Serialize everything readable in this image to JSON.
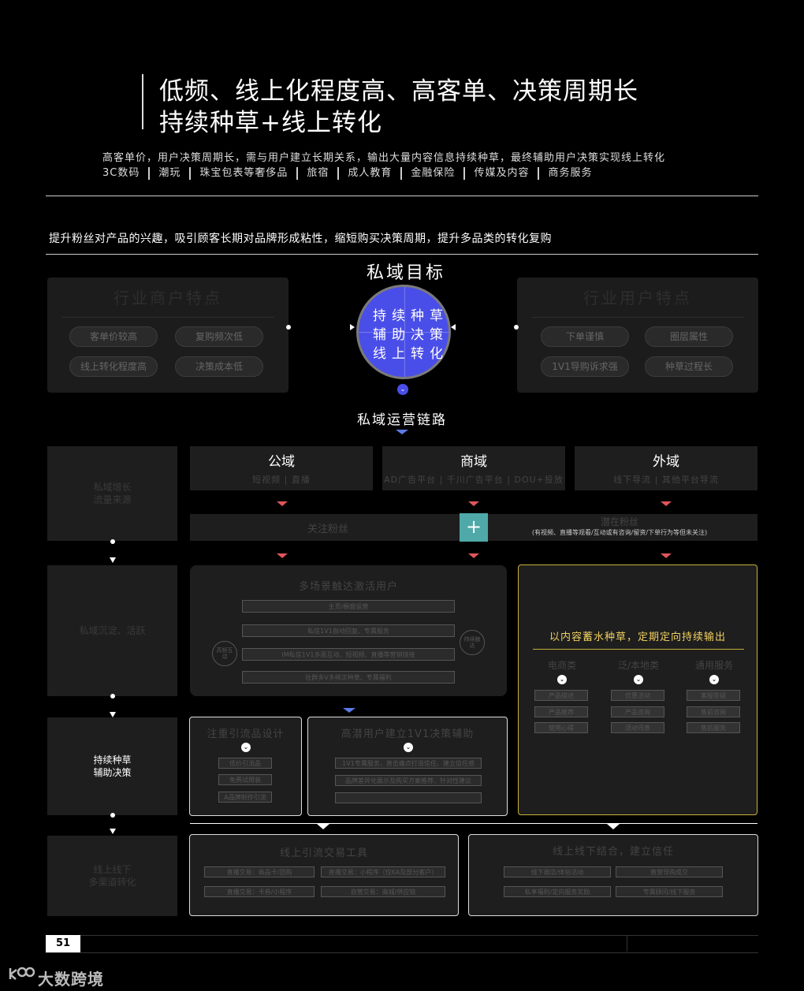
{
  "header": {
    "title_line1": "低频、线上化程度高、高客单、决策周期长",
    "title_line2": "持续种草+线上转化",
    "subtitle": "高客单价，用户决策周期长，需与用户建立长期关系，输出大量内容信息持续种草，最终辅助用户决策实现线上转化",
    "tags": [
      "3C数码",
      "潮玩",
      "珠宝包表等奢侈品",
      "旅宿",
      "成人教育",
      "金融保险",
      "传媒及内容",
      "商务服务"
    ]
  },
  "goal_text": "提升粉丝对产品的兴趣，吸引顾客长期对品牌形成粘性，缩短购买决策周期，提升多品类的转化复购",
  "private_goal": {
    "label": "私域目标",
    "circle_lines": [
      "持续种草",
      "辅助决策",
      "线上转化"
    ]
  },
  "merchant_panel": {
    "title": "行业商户特点",
    "pills": [
      "客单价较高",
      "复购频次低",
      "线上转化程度高",
      "决策成本低"
    ]
  },
  "user_panel": {
    "title": "行业用户特点",
    "pills": [
      "下单谨慎",
      "圈层属性",
      "1V1导购诉求强",
      "种草过程长"
    ]
  },
  "chain_label": "私域运营链路",
  "side_labels": {
    "s1": [
      "私域增长",
      "流量来源"
    ],
    "s2": [
      "私域沉淀、活跃"
    ],
    "s3": [
      "持续种草",
      "辅助决策"
    ],
    "s4": [
      "线上线下",
      "多渠道转化"
    ]
  },
  "domains": [
    {
      "title": "公域",
      "sub": "短视频 | 直播"
    },
    {
      "title": "商域",
      "sub": "AD广告平台 | 千川广告平台 | DOU+投放"
    },
    {
      "title": "外域",
      "sub": "线下导流 | 其他平台导流"
    }
  ],
  "fans": {
    "follow": "关注粉丝",
    "plus": "+",
    "potential_title": "潜在粉丝",
    "potential_sub": "(有视频、直播等观看/互动或有咨询/留资/下单行为等但未关注)"
  },
  "activation": {
    "title": "多场景触达激活用户",
    "bars": [
      "主页/橱窗运营",
      "私信1V1自动回复、专属服务",
      "IM私信1V1多面互动、短视频、直播等营销链接",
      "社群多V多频次种草、专属福利"
    ],
    "left_circle": "高频互动",
    "right_circle": "持续触达"
  },
  "content": {
    "headline": "以内容蓄水种草，定期定向持续输出",
    "columns": [
      {
        "title": "电商类",
        "items": [
          "产品描述",
          "产品推荐",
          "使用心得"
        ]
      },
      {
        "title": "泛/本地类",
        "items": [
          "优惠活动",
          "产品咨询",
          "活动讯息"
        ]
      },
      {
        "title": "通用服务",
        "items": [
          "客服答疑",
          "售前咨询",
          "售后服务"
        ]
      }
    ]
  },
  "traffic_product": {
    "title": "注重引流品设计",
    "items": [
      "低价引流品",
      "免费试用装",
      "A品牌制作引流"
    ]
  },
  "one_on_one": {
    "title": "高潜用户建立1V1决策辅助",
    "items": [
      "1V1专属服务，直击痛点打造信任、建立信任感",
      "品牌差异化展示及购买方案推荐、针对性建议",
      ""
    ]
  },
  "online_tools": {
    "title": "线上引流交易工具",
    "items": [
      "直播交易：商品卡/团购",
      "直播交易：小程序（仅KA及部分客户）",
      "直播交易：卡券/小程序",
      "自营交易：商城/供应链"
    ]
  },
  "offline": {
    "title": "线上线下结合，建立信任",
    "items": [
      "线下展店/体验活动",
      "直营导购成交",
      "私享福利/定向服务奖励",
      "专属顾问/线下服务"
    ]
  },
  "footer": {
    "page_number": "51",
    "brand": "大数跨境"
  }
}
